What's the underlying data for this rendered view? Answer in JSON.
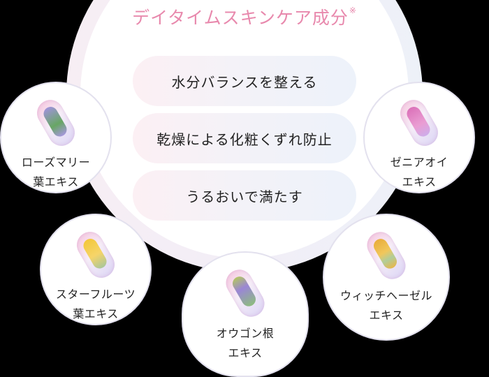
{
  "title": {
    "text": "デイタイムスキンケア成分",
    "note_mark": "※"
  },
  "benefits": [
    {
      "text": "水分バランスを整える"
    },
    {
      "text": "乾燥による化粧くずれ防止"
    },
    {
      "text": "うるおいで満たす"
    }
  ],
  "ingredients": [
    {
      "line1": "ローズマリー",
      "line2": "葉エキス",
      "icon": "rosemary-capsule-icon",
      "color": "#4f9a4a"
    },
    {
      "line1": "ゼニアオイ",
      "line2": "エキス",
      "icon": "mallow-capsule-icon",
      "color": "#d65fb0"
    },
    {
      "line1": "スターフルーツ",
      "line2": "葉エキス",
      "icon": "starfruit-capsule-icon",
      "color": "#f2c41c"
    },
    {
      "line1": "オウゴン根",
      "line2": "エキス",
      "icon": "skullcap-capsule-icon",
      "color": "#8a74d0"
    },
    {
      "line1": "ウィッチヘーゼル",
      "line2": "エキス",
      "icon": "witch-hazel-capsule-icon",
      "color": "#e6a51c"
    }
  ],
  "colors": {
    "title": "#e889ad",
    "ring_border": "#e3e1ee"
  }
}
